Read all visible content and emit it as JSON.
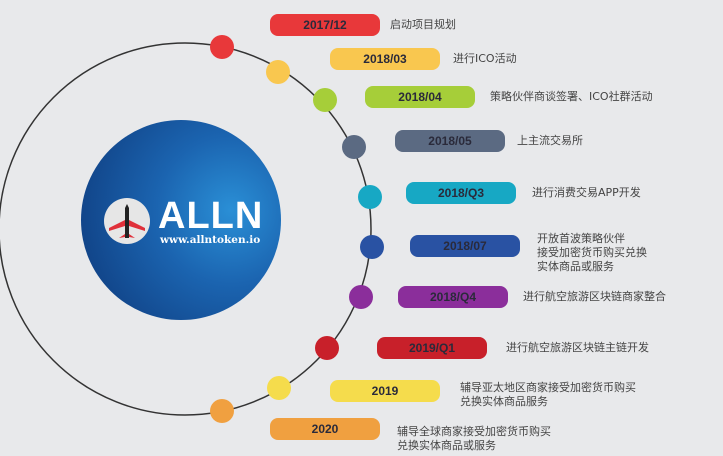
{
  "logo": {
    "brand": "ALLN",
    "url": "www.allntoken.io"
  },
  "milestones": [
    {
      "date": "2017/12",
      "lines": [
        "启动项目规划"
      ],
      "color": "#e8383a"
    },
    {
      "date": "2018/03",
      "lines": [
        "进行ICO活动"
      ],
      "color": "#f9c74f"
    },
    {
      "date": "2018/04",
      "lines": [
        "策略伙伴商谈签署、ICO社群活动"
      ],
      "color": "#a6ce39"
    },
    {
      "date": "2018/05",
      "lines": [
        "上主流交易所"
      ],
      "color": "#5b6a82"
    },
    {
      "date": "2018/Q3",
      "lines": [
        "进行消费交易APP开发"
      ],
      "color": "#17a8c4"
    },
    {
      "date": "2018/07",
      "lines": [
        "开放首波策略伙伴",
        "接受加密货币购买兑换",
        "实体商品或服务"
      ],
      "color": "#2952a3"
    },
    {
      "date": "2018/Q4",
      "lines": [
        "进行航空旅游区块链商家整合"
      ],
      "color": "#8b2e9b"
    },
    {
      "date": "2019/Q1",
      "lines": [
        "进行航空旅游区块链主链开发"
      ],
      "color": "#c8202a"
    },
    {
      "date": "2019",
      "lines": [
        "辅导亚太地区商家接受加密货币购买",
        "兑换实体商品服务"
      ],
      "color": "#f5dc4c"
    },
    {
      "date": "2020",
      "lines": [
        "辅导全球商家接受加密货币购买",
        "兑换实体商品或服务"
      ],
      "color": "#f0a040"
    }
  ]
}
